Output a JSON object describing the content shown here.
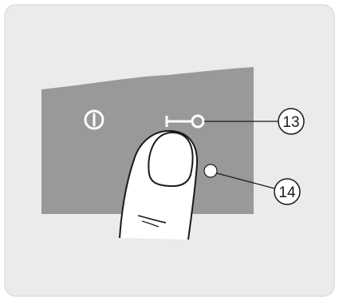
{
  "colors": {
    "outer_border": "#e3e3e3",
    "background_panel": "#ebebeb",
    "control_panel": "#999999",
    "finger_fill": "#ffffff",
    "stroke": "#1a1a1a",
    "callout_fill": "#ffffff"
  },
  "icons": {
    "power": "power-icon",
    "key": "key-icon",
    "indicator": "indicator-light"
  },
  "callouts": [
    {
      "label": "13"
    },
    {
      "label": "14"
    }
  ]
}
